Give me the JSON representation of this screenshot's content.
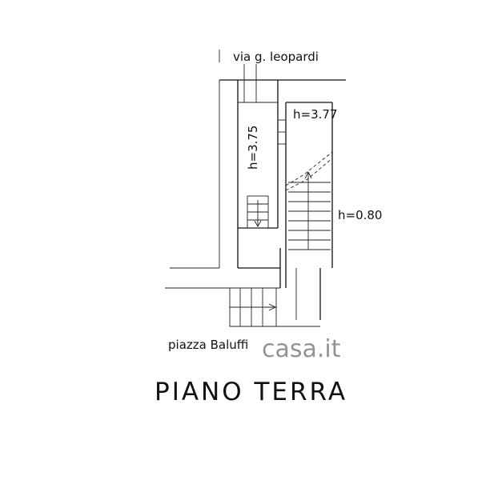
{
  "street_label": "via g. leopardi",
  "square_label": "piazza Baluffi",
  "floor_title": "PIANO TERRA",
  "watermark": "casa.it",
  "heights": {
    "room_left": "h=3.75",
    "room_right": "h=3.77",
    "stair_landing": "h=0.80"
  }
}
